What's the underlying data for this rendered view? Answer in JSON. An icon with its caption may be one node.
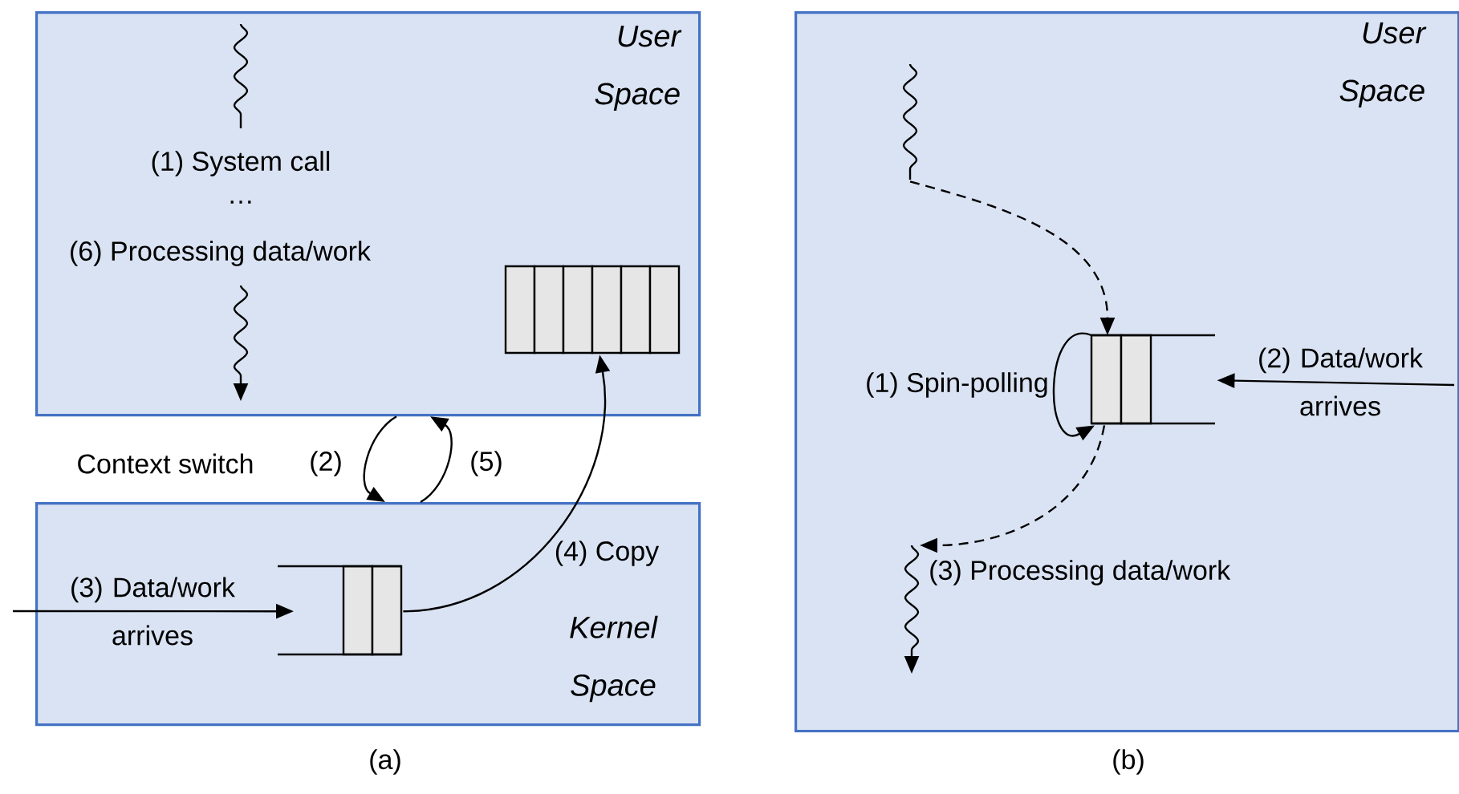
{
  "diagram": {
    "nodes": [
      {
        "text": [
          "User Space"
        ]
      },
      {
        "text": [],
        "shape": "bar",
        "in": 0
      },
      {
        "text": [
          "Kernel Space"
        ]
      },
      {
        "text": [],
        "shape": "bar",
        "in": 2
      },
      {
        "text": [
          "User Space"
        ]
      },
      {
        "text": [],
        "shape": "wave",
        "in": 4
      },
      {
        "text": [],
        "shape": "bar",
        "in": 4
      },
      {
        "text": [],
        "shape": "wave",
        "in": 4,
        "beside": [
          "(3) Processing data/work"
        ]
      }
    ],
    "edges": [
      {
        "from": 0,
        "to": 2,
        "arrow": "to",
        "label": "(2)"
      },
      {
        "from": 2,
        "to": 0,
        "arrow": "to",
        "label": "(5)"
      },
      {
        "from": null,
        "to": 3,
        "arrow": "to",
        "label": "(3) Data/work arrives"
      },
      {
        "from": 3,
        "to": 1,
        "arrow": "to",
        "label": "(4) Copy"
      },
      {
        "from": 5,
        "to": 6,
        "arrow": "to",
        "style": "dashed"
      },
      {
        "from": null,
        "to": 6,
        "arrow": "to",
        "label": "(2) Data/work arrives"
      },
      {
        "from": 6,
        "to": 6,
        "arrow": "to",
        "label": "(1) Spin-polling"
      },
      {
        "from": 6,
        "to": 7,
        "arrow": "to",
        "style": "dashed"
      }
    ],
    "labels": [
      "(1) System call",
      "…",
      "(6) Processing data/work",
      "Context switch",
      "(a)",
      "(b)"
    ]
  }
}
